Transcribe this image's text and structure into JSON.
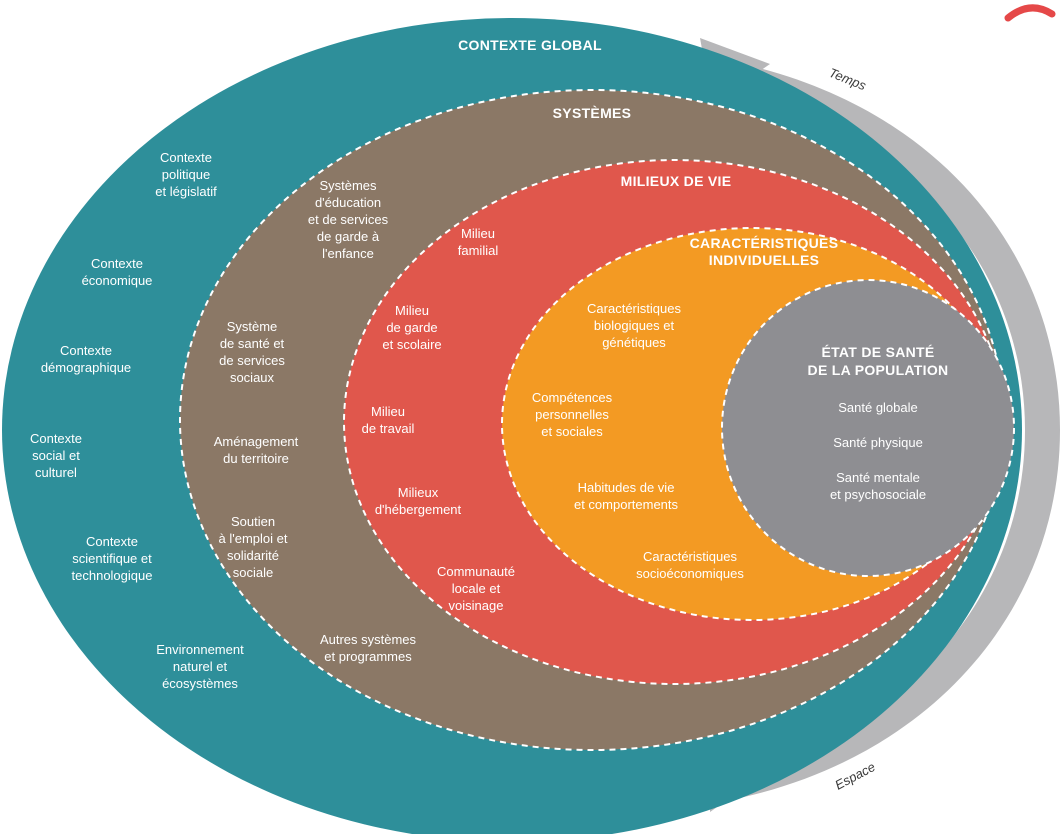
{
  "colors": {
    "global": "#2e8f9a",
    "systems": "#8b7866",
    "living": "#e0574c",
    "individual": "#f39a23",
    "health": "#8e8e92",
    "arrow": "#b7b7b9",
    "redMark": "#e54848"
  },
  "global": {
    "title": "CONTEXTE GLOBAL",
    "items": [
      [
        "Contexte",
        "politique",
        "et législatif"
      ],
      [
        "Contexte",
        "économique"
      ],
      [
        "Contexte",
        "démographique"
      ],
      [
        "Contexte",
        "social et",
        "culturel"
      ],
      [
        "Contexte",
        "scientifique et",
        "technologique"
      ],
      [
        "Environnement",
        "naturel et",
        "écosystèmes"
      ]
    ]
  },
  "systems": {
    "title": "SYSTÈMES",
    "items": [
      [
        "Systèmes",
        "d'éducation",
        "et de services",
        "de garde à",
        "l'enfance"
      ],
      [
        "Système",
        "de santé et",
        "de services",
        "sociaux"
      ],
      [
        "Aménagement",
        "du territoire"
      ],
      [
        "Soutien",
        "à l'emploi et",
        "solidarité",
        "sociale"
      ],
      [
        "Autres systèmes",
        "et programmes"
      ]
    ]
  },
  "living": {
    "title": "MILIEUX DE VIE",
    "items": [
      [
        "Milieu",
        "familial"
      ],
      [
        "Milieu",
        "de garde",
        "et scolaire"
      ],
      [
        "Milieu",
        "de travail"
      ],
      [
        "Milieux",
        "d'hébergement"
      ],
      [
        "Communauté",
        "locale et",
        "voisinage"
      ]
    ]
  },
  "individual": {
    "title": [
      "CARACTÉRISTIQUES",
      "INDIVIDUELLES"
    ],
    "items": [
      [
        "Caractéristiques",
        "biologiques et",
        "génétiques"
      ],
      [
        "Compétences",
        "personnelles",
        "et sociales"
      ],
      [
        "Habitudes de vie",
        "et comportements"
      ],
      [
        "Caractéristiques",
        "socioéconomiques"
      ]
    ]
  },
  "health": {
    "title": [
      "ÉTAT DE SANTÉ",
      "DE LA POPULATION"
    ],
    "items": [
      [
        "Santé globale"
      ],
      [
        "Santé physique"
      ],
      [
        "Santé mentale",
        "et psychosociale"
      ]
    ]
  },
  "arrows": {
    "time": "Temps",
    "space": "Espace"
  }
}
